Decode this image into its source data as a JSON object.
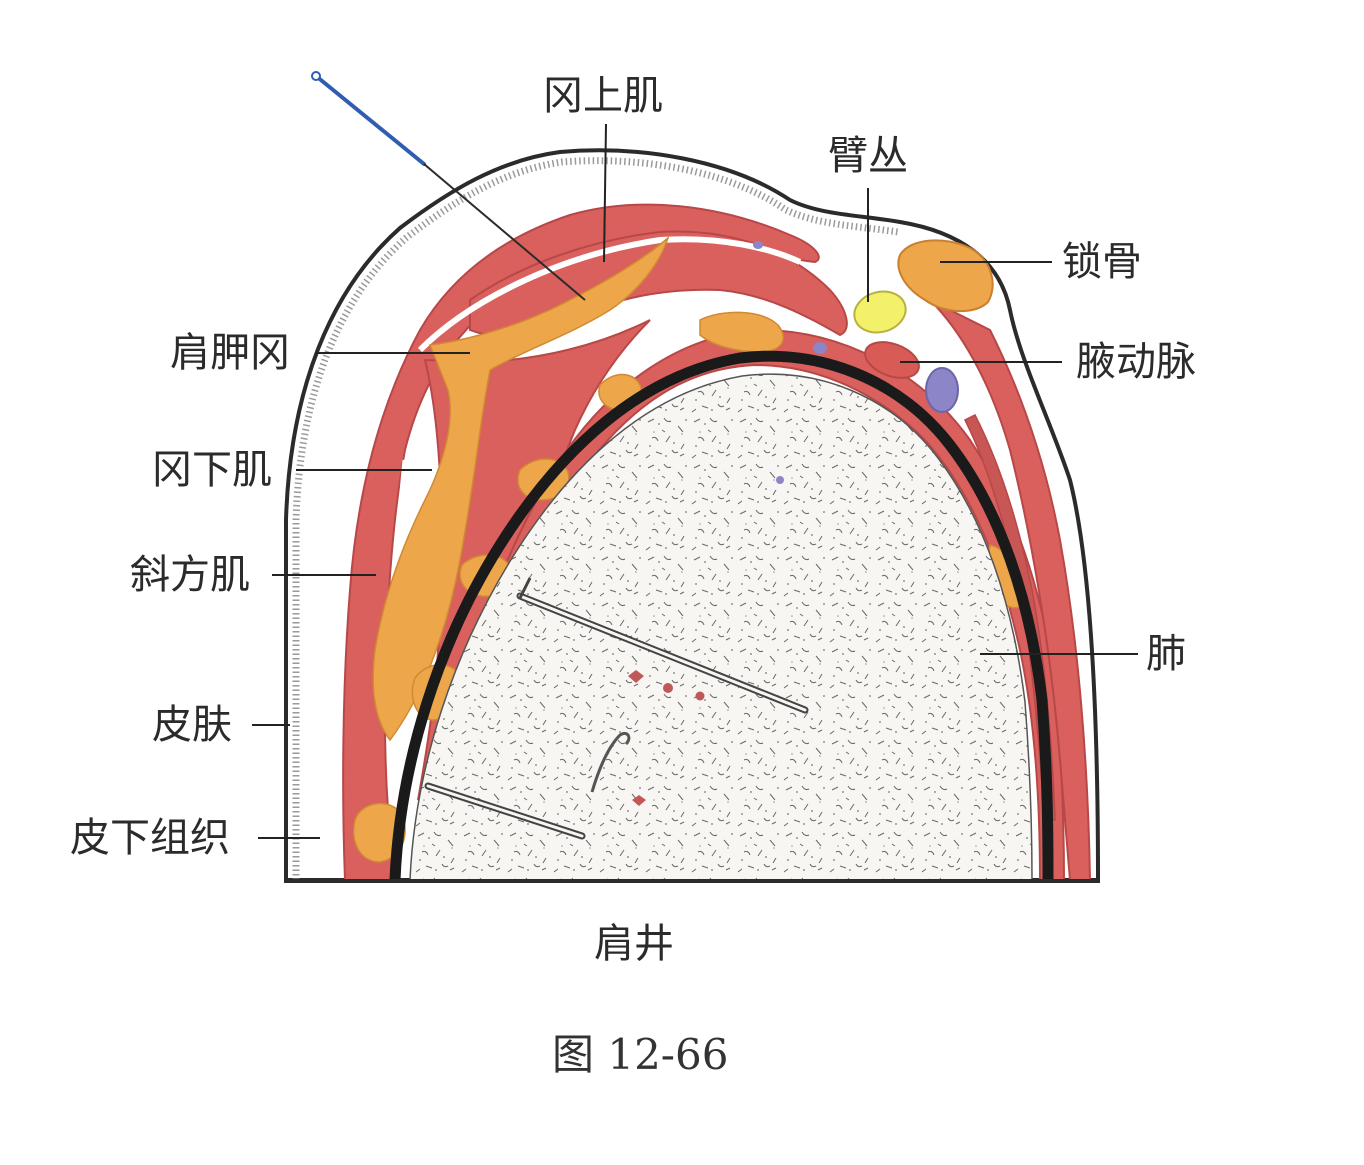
{
  "labels": {
    "supraspinatus": "冈上肌",
    "brachial_plexus": "臂丛",
    "clavicle": "锁骨",
    "scapular_spine": "肩胛冈",
    "axillary_artery": "腋动脉",
    "infraspinatus": "冈下肌",
    "trapezius": "斜方肌",
    "lung": "肺",
    "skin": "皮肤",
    "subcutaneous": "皮下组织",
    "acupoint": "肩井"
  },
  "caption": "图 12-66",
  "colors": {
    "muscle": "#d9605d",
    "muscle_dark": "#b84848",
    "bone": "#eda64a",
    "nerve": "#f3f06a",
    "artery": "#d85b56",
    "vein": "#8c86c8",
    "lung_fill": "#f7f6f3",
    "needle": "#2f5db0",
    "outline": "#333333"
  }
}
